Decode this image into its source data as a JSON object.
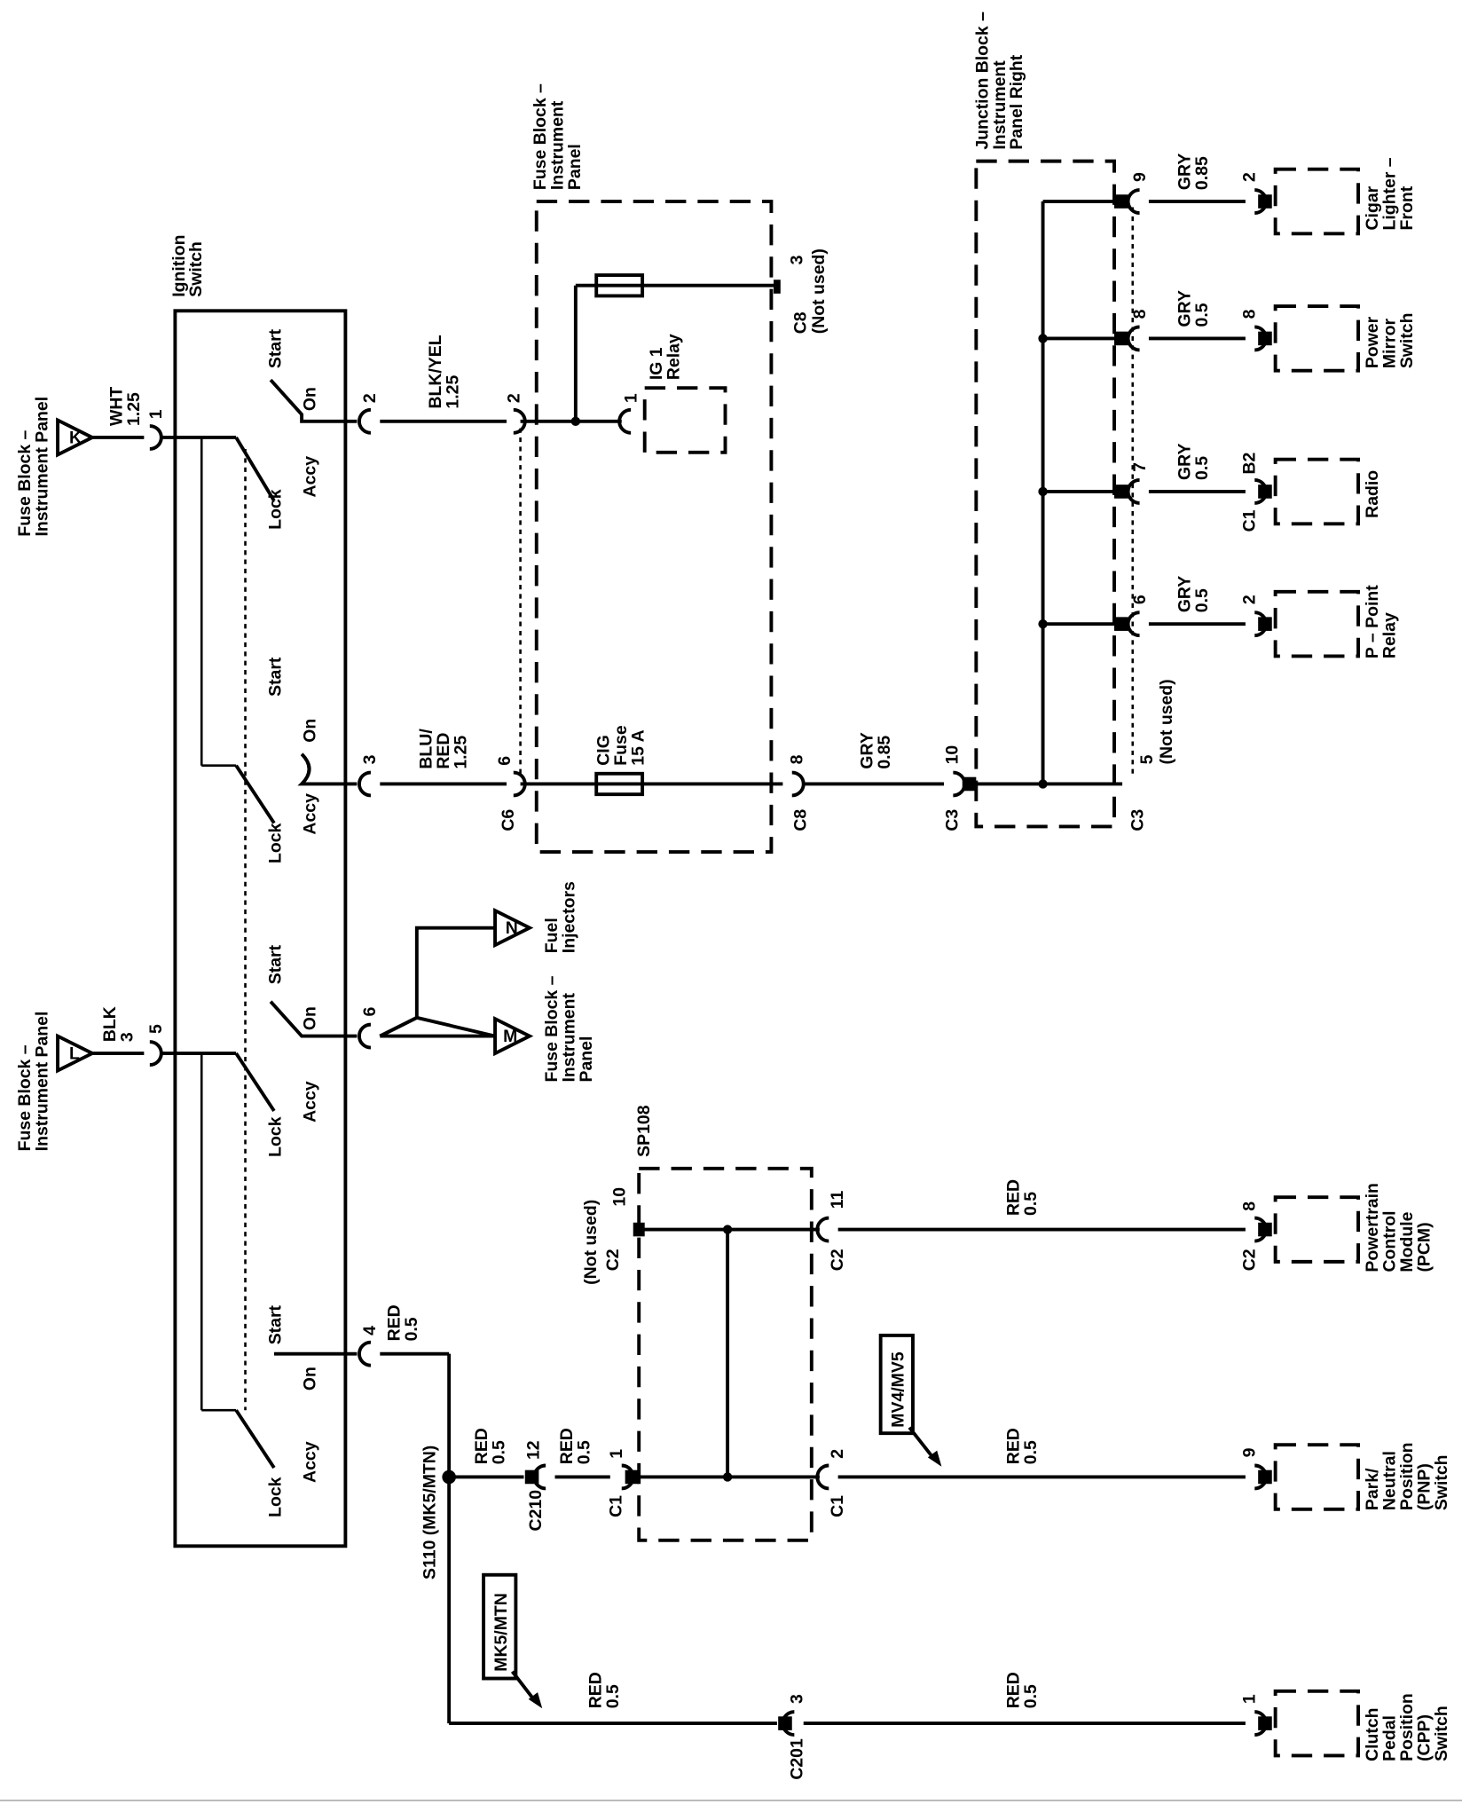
{
  "ignition_switch": {
    "title_line1": "Ignition",
    "title_line2": "Switch",
    "pos_lock": "Lock",
    "pos_accy": "Accy",
    "pos_on": "On",
    "pos_start": "Start"
  },
  "inputs": {
    "k": {
      "letter": "K",
      "src_line1": "Fuse Block –",
      "src_line2": "Instrument Panel",
      "wire_color": "WHT",
      "wire_size": "1.25",
      "pin": "1"
    },
    "l": {
      "letter": "L",
      "src_line1": "Fuse Block –",
      "src_line2": "Instrument Panel",
      "wire_color": "BLK",
      "wire_size": "3",
      "pin": "5"
    }
  },
  "switch_pins": {
    "p2": "2",
    "p3": "3",
    "p6": "6",
    "p4": "4"
  },
  "wires": {
    "w2": {
      "color": "BLK/YEL",
      "size": "1.25"
    },
    "w3": {
      "color_line1": "BLU/",
      "color_line2": "RED",
      "size": "1.25"
    },
    "w4": {
      "color": "RED",
      "size": "0.5"
    },
    "gry085": {
      "color": "GRY",
      "size": "0.85"
    },
    "gry05": {
      "color": "GRY",
      "size": "0.5"
    },
    "red05": {
      "color": "RED",
      "size": "0.5"
    }
  },
  "fuse_block": {
    "title_line1": "Fuse Block –",
    "title_line2": "Instrument",
    "title_line3": "Panel",
    "pin_in_2": "2",
    "conn_c6": "C6",
    "pin_in_6": "6",
    "relay_pin": "1",
    "relay_line1": "IG 1",
    "relay_line2": "Relay",
    "fuse_line1": "CIG",
    "fuse_line2": "Fuse",
    "fuse_line3": "15 A",
    "conn_c8": "C8",
    "pin_out_3": "3",
    "not_used": "(Not used)",
    "pin_out_8": "8"
  },
  "junction_block": {
    "title_line1": "Junction Block –",
    "title_line2": "Instrument",
    "title_line3": "Panel Right",
    "conn_c3": "C3",
    "pin_in_10": "10",
    "pin_5": "5",
    "not_used": "(Not used)",
    "outputs": [
      {
        "pin": "9",
        "color": "GRY",
        "size": "0.85",
        "dest_pin": "2",
        "dest_conn": "",
        "dest_line1": "Cigar",
        "dest_line2": "Lighter –",
        "dest_line3": "Front"
      },
      {
        "pin": "8",
        "color": "GRY",
        "size": "0.5",
        "dest_pin": "8",
        "dest_conn": "",
        "dest_line1": "Power",
        "dest_line2": "Mirror",
        "dest_line3": "Switch"
      },
      {
        "pin": "7",
        "color": "GRY",
        "size": "0.5",
        "dest_pin": "B2",
        "dest_conn": "C1",
        "dest_line1": "Radio",
        "dest_line2": "",
        "dest_line3": ""
      },
      {
        "pin": "6",
        "color": "GRY",
        "size": "0.5",
        "dest_pin": "2",
        "dest_conn": "",
        "dest_line1": "P – Point",
        "dest_line2": "Relay",
        "dest_line3": ""
      }
    ]
  },
  "pin6_outputs": {
    "n": {
      "letter": "N",
      "line1": "Fuel",
      "line2": "Injectors"
    },
    "m": {
      "letter": "M",
      "line1": "Fuse Block –",
      "line2": "Instrument",
      "line3": "Panel"
    }
  },
  "splice_pack": {
    "title": "SP108",
    "c2_in_pin": "10",
    "c2_in_conn": "C2",
    "not_used": "(Not used)",
    "c2_out_pin": "11",
    "c2_out_conn": "C2",
    "c1_in_pin": "1",
    "c1_in_conn": "C1",
    "c1_out_pin": "2",
    "c1_out_conn": "C1"
  },
  "splice_s110": "S110 (MK5/MTN)",
  "c210": {
    "conn": "C210",
    "pin": "12"
  },
  "c201": {
    "conn": "C201",
    "pin": "3"
  },
  "options": {
    "mv4": "MV4/MV5",
    "mk5": "MK5/MTN"
  },
  "components": {
    "pcm": {
      "pin": "8",
      "conn": "C2",
      "line1": "Powertrain",
      "line2": "Control",
      "line3": "Module",
      "line4": "(PCM)"
    },
    "pnp": {
      "pin": "9",
      "line1": "Park/",
      "line2": "Neutral",
      "line3": "Position",
      "line4": "(PNP)",
      "line5": "Switch"
    },
    "cpp": {
      "pin": "1",
      "line1": "Clutch",
      "line2": "Pedal",
      "line3": "Position",
      "line4": "(CPP)",
      "line5": "Switch"
    }
  }
}
